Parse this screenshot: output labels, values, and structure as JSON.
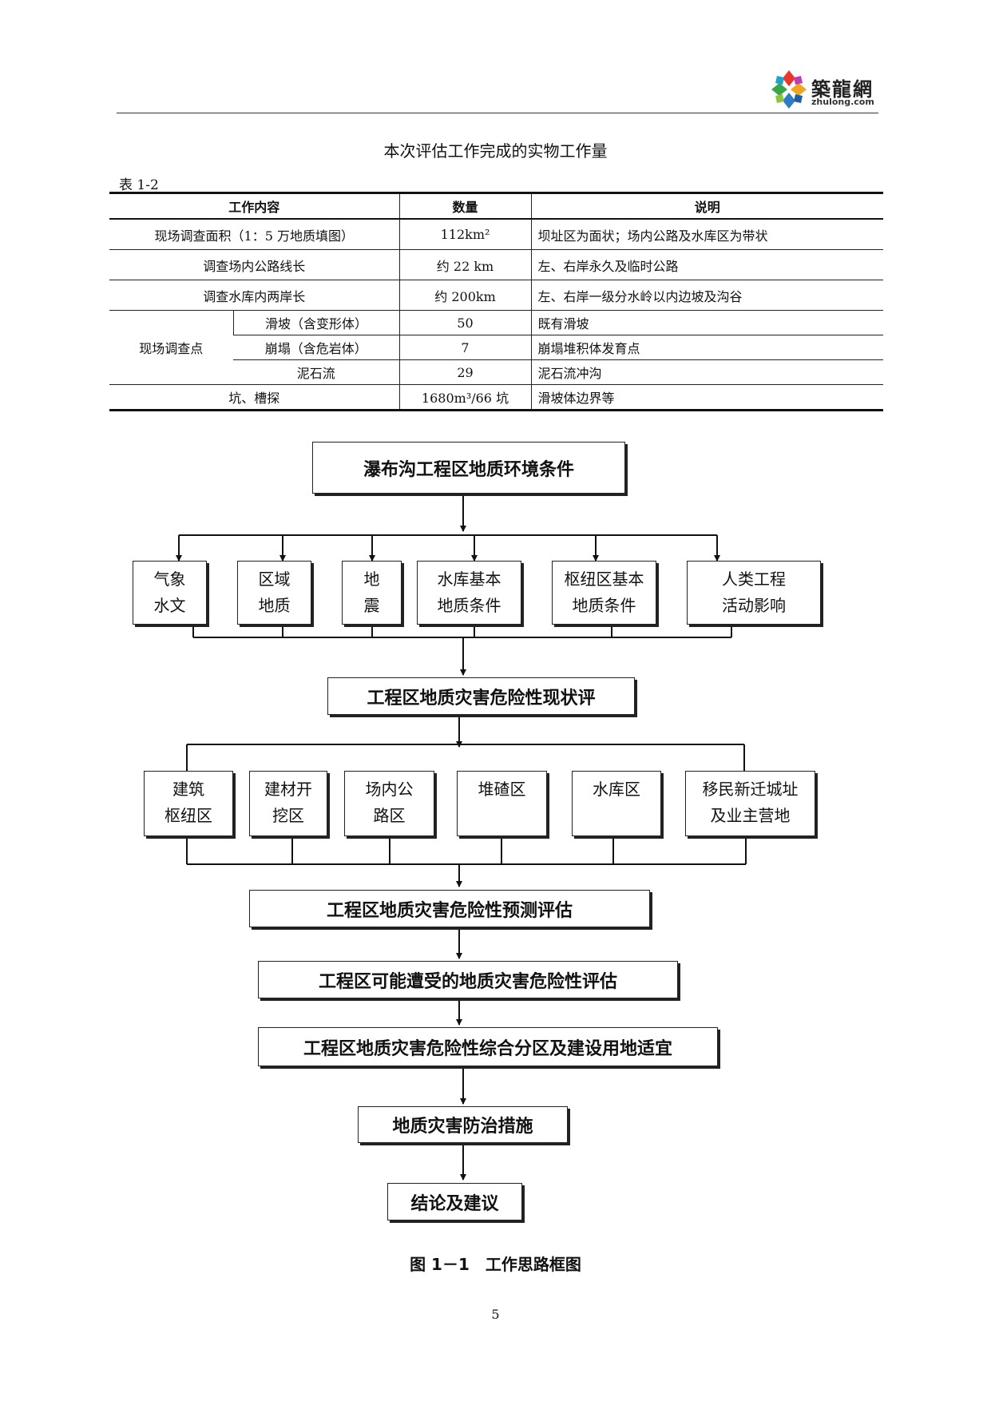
{
  "header": {
    "logo_cn": "築龍網",
    "logo_en": "zhulong.com"
  },
  "table": {
    "title": "本次评估工作完成的实物工作量",
    "label": "表 1-2",
    "headers": [
      "工作内容",
      "数量",
      "说明"
    ],
    "rows": [
      {
        "content": "现场调查面积（1：5 万地质填图）",
        "qty": "112km²",
        "desc": "坝址区为面状；场内公路及水库区为带状"
      },
      {
        "content": "调查场内公路线长",
        "qty": "约 22 km",
        "desc": "左、右岸永久及临时公路"
      },
      {
        "content": "调查水库内两岸长",
        "qty": "约 200km",
        "desc": "左、右岸一级分水岭以内边坡及沟谷"
      }
    ],
    "group": {
      "label": "现场调查点",
      "rows": [
        {
          "content": "滑坡（含变形体）",
          "qty": "50",
          "desc": "既有滑坡"
        },
        {
          "content": "崩塌（含危岩体）",
          "qty": "7",
          "desc": "崩塌堆积体发育点"
        },
        {
          "content": "泥石流",
          "qty": "29",
          "desc": "泥石流冲沟"
        }
      ]
    },
    "last_row": {
      "content": "坑、槽探",
      "qty": "1680m³/66 坑",
      "desc": "滑坡体边界等"
    }
  },
  "flowchart": {
    "top": "瀑布沟工程区地质环境条件",
    "level1": [
      [
        "气象",
        "水文"
      ],
      [
        "区域",
        "地质"
      ],
      [
        "地",
        "震"
      ],
      [
        "水库基本",
        "地质条件"
      ],
      [
        "枢纽区基本",
        "地质条件"
      ],
      [
        "人类工程",
        "活动影响"
      ]
    ],
    "status_eval": "工程区地质灾害危险性现状评",
    "level2": [
      [
        "建筑",
        "枢纽区"
      ],
      [
        "建材开",
        "挖区"
      ],
      [
        "场内公",
        "路区"
      ],
      [
        "堆碴区",
        ""
      ],
      [
        "水库区",
        ""
      ],
      [
        "移民新迁城址",
        "及业主营地"
      ]
    ],
    "forecast": "工程区地质灾害危险性预测评估",
    "possible": "工程区可能遭受的地质灾害危险性评估",
    "zoning": "工程区地质灾害危险性综合分区及建设用地适宜",
    "measures": "地质灾害防治措施",
    "conclusion": "结论及建议"
  },
  "figure_caption": "图 1－1　工作思路框图",
  "page_number": "5"
}
